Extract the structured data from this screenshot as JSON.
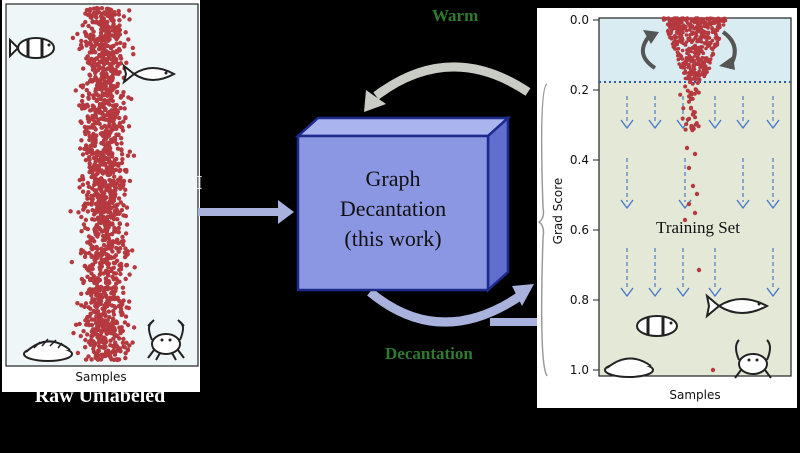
{
  "left_panel": {
    "xlabel": "Samples",
    "caption": "Raw Unlabeled"
  },
  "center": {
    "box_lines": [
      "Graph",
      "Decantation",
      "(this work)"
    ],
    "top_label": "Warm",
    "bottom_label": "Decantation",
    "left_arrow_label": "I"
  },
  "right_panel": {
    "ylabel": "Grad Score",
    "xlabel": "Samples",
    "yticks": [
      "0.0",
      "0.2",
      "0.4",
      "0.6",
      "0.8",
      "1.0"
    ],
    "region_label": "Training Set"
  },
  "colors": {
    "dot": "#b5393e",
    "box_front": "#8b97e2",
    "box_side": "#5f6ecf",
    "box_edge": "#1e2a8a",
    "arrow": "#a8b2dd",
    "green_label": "#2e7a2e",
    "top_band": "#d9ecf2",
    "training_region": "#e3e8d7"
  }
}
